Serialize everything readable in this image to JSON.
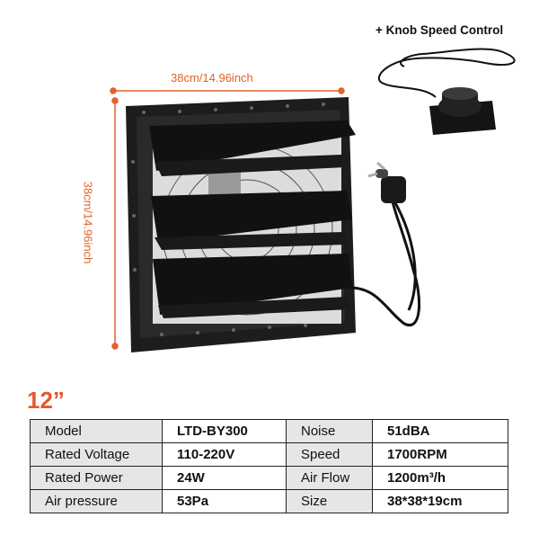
{
  "knob": {
    "label": "+ Knob Speed Control"
  },
  "dimensions": {
    "width": "38cm/14.96inch",
    "height": "38cm/14.96inch"
  },
  "size": "12”",
  "specs": [
    {
      "label": "Model",
      "value": "LTD-BY300",
      "label2": "Noise",
      "value2": "51dBA"
    },
    {
      "label": "Rated Voltage",
      "value": "110-220V",
      "label2": "Speed",
      "value2": "1700RPM"
    },
    {
      "label": "Rated Power",
      "value": "24W",
      "label2": "Air Flow",
      "value2": "1200m³/h"
    },
    {
      "label": "Air pressure",
      "value": "53Pa",
      "label2": "Size",
      "value2": "38*38*19cm"
    }
  ],
  "colors": {
    "accent": "#e8572a",
    "dimension": "#e0632a",
    "fan": "#1a1a1a",
    "cell_bg": "#e6e6e6"
  }
}
